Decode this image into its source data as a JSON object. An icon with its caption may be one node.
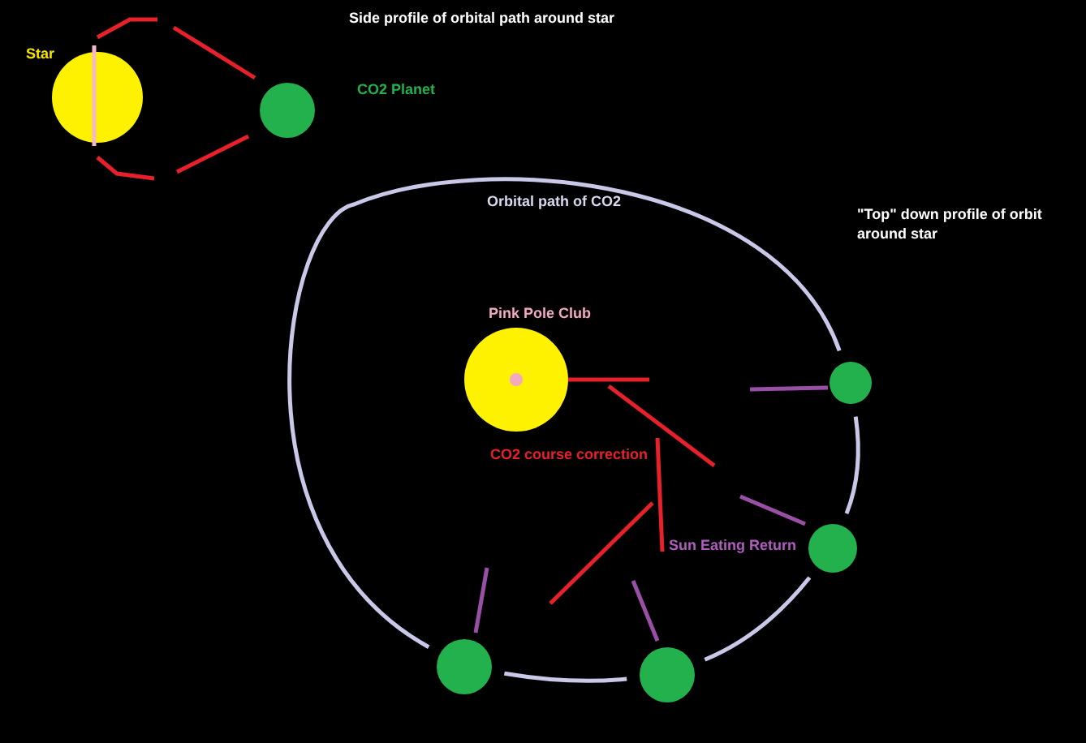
{
  "diagram": {
    "nodes": [
      {
        "text": [
          "Star"
        ]
      },
      {
        "text": [
          "CO2 Planet"
        ]
      },
      {
        "text": [
          "Pink Pole Club"
        ]
      },
      {
        "text": [],
        "shape": "circle"
      },
      {
        "text": [],
        "shape": "circle"
      },
      {
        "text": [],
        "shape": "circle"
      },
      {
        "text": [],
        "shape": "circle"
      }
    ],
    "edges": [
      {
        "from": 5,
        "to": 3,
        "arrow": "none"
      },
      {
        "from": 3,
        "to": 4,
        "arrow": "none"
      },
      {
        "from": 4,
        "to": 6,
        "arrow": "none"
      },
      {
        "from": 6,
        "to": 5,
        "arrow": "none"
      }
    ],
    "labels": [
      "Side profile of orbital path around star",
      "Orbital path of CO2",
      "\"Top\" down profile of orbit around star",
      "CO2 course correction",
      "Sun Eating Return"
    ]
  }
}
